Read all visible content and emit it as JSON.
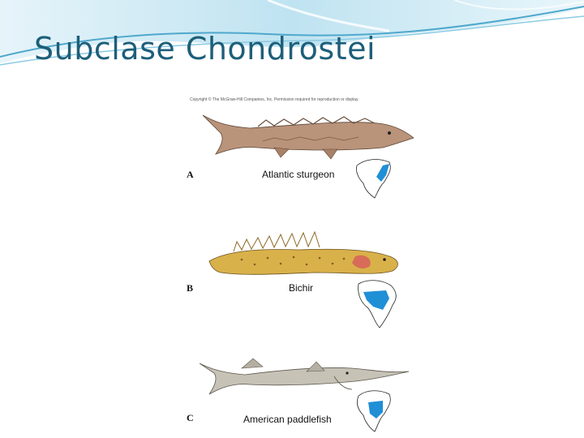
{
  "slide": {
    "title": "Subclase Chondrostei"
  },
  "figure": {
    "copyright": "Copyright © The McGraw-Hill Companies, Inc. Permission required for reproduction or display.",
    "panels": [
      {
        "letter": "A",
        "species": "Atlantic sturgeon",
        "fish_icon": "sturgeon-illustration",
        "map_icon": "north-america-range-map"
      },
      {
        "letter": "B",
        "species": "Bichir",
        "fish_icon": "bichir-illustration",
        "map_icon": "africa-range-map"
      },
      {
        "letter": "C",
        "species": "American paddlefish",
        "fish_icon": "paddlefish-illustration",
        "map_icon": "north-america-range-map"
      }
    ]
  },
  "colors": {
    "title": "#1d5f7a",
    "swoosh_light": "#cfe9f3",
    "swoosh_dark": "#4fa8cc",
    "range_fill": "#1f8fd6",
    "sturgeon": "#b9937a",
    "bichir": "#d9b14a",
    "paddlefish": "#c7c2b6"
  }
}
